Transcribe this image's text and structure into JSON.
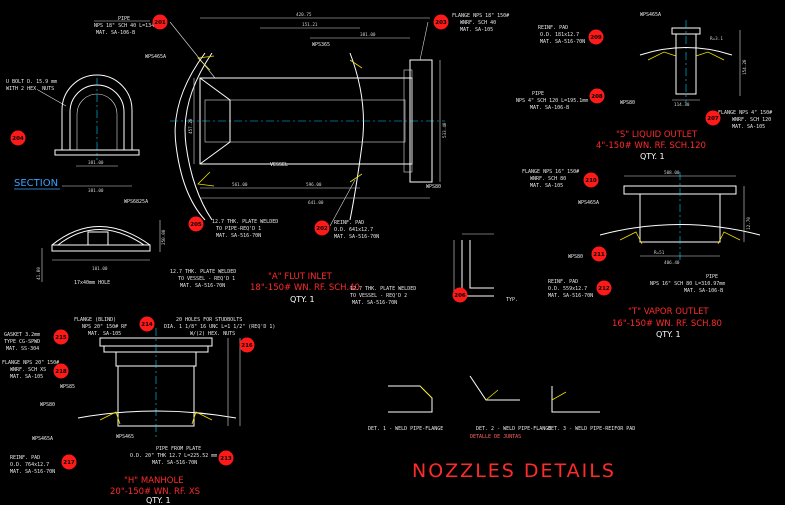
{
  "title": "NOZZLES DETAILS",
  "section_label": "SECTION",
  "balloons": [
    "201",
    "202",
    "203",
    "204",
    "205",
    "206",
    "207",
    "208",
    "209",
    "210",
    "211",
    "212",
    "213",
    "214",
    "215",
    "216",
    "217",
    "218"
  ],
  "view_a": {
    "caption": "\"A\" FLUT INLET",
    "spec": "18\"-150# WN. RF. SCH.40",
    "qty": "QTY. 1",
    "pipe_note": [
      "PIPE",
      "NPS 18\" SCH 40 L=134mm",
      "MAT. SA-106-B"
    ],
    "flange_note": [
      "FLANGE NPS 18\" 150#",
      "WNRF. SCH 40",
      "MAT. SA-105"
    ],
    "plate_note": [
      "12.7 THK. PLATE WELDED",
      "TO PIPE-REQ'D 1",
      "MAT. SA-516-70N"
    ],
    "reinf_note": [
      "REINF. PAD",
      "O.D. 641x12.7",
      "MAT. SA-516-70N"
    ],
    "vessel": "VESSEL",
    "dims": [
      "420.75",
      "151.21",
      "381.00",
      "381.00",
      "200.00",
      "561.00",
      "596.00",
      "641.00",
      "457.20",
      "533.40",
      "12.70"
    ],
    "weld_tags": [
      "WPS365",
      "WPS465A",
      "WPS465A",
      "WPS80"
    ]
  },
  "section": {
    "ubolt_note": [
      "U BOLT D. 15.9 mm",
      "WITH 2 HEX. NUTS"
    ],
    "hole_note": "17x40mm HOLE",
    "plate_note": [
      "12.7 THK. PLATE WELDED",
      "TO VESSEL - REQ'D 1",
      "MAT. SA-516-70N"
    ],
    "weld_tag": "WPS6825A",
    "dims": [
      "381.00",
      "381.00",
      "12.70",
      "250.00",
      "41.00",
      "101.00"
    ]
  },
  "view_s": {
    "caption": "\"S\" LIQUID OUTLET",
    "spec": "4\"-150# WN. RF. SCH.120",
    "qty": "QTY. 1",
    "reinf_note": [
      "REINF. PAD",
      "O.D. 181x12.7",
      "MAT. SA-516-70N"
    ],
    "pipe_note": [
      "PIPE",
      "NPS 4\" SCH 120 L=195.1mm",
      "MAT. SA-106-B"
    ],
    "flange_note": [
      "FLANGE NPS 4\" 150#",
      "WNRF. SCH 120",
      "MAT. SA-105"
    ],
    "weld_tags": [
      "WPS465A",
      "WPS365",
      "WPS80"
    ],
    "dims": [
      "R=3.1",
      "114.30",
      "154.20",
      "12.70"
    ]
  },
  "view_t": {
    "caption": "\"T\" VAPOR OUTLET",
    "spec": "16\"-150# WN. RF. SCH.80",
    "qty": "QTY. 1",
    "flange_note": [
      "FLANGE NPS 16\" 150#",
      "WNRF. SCH 80",
      "MAT. SA-105"
    ],
    "reinf_note": [
      "REINF. PAD",
      "O.D. 559x12.7",
      "MAT. SA-516-70N"
    ],
    "pipe_note": [
      "PIPE",
      "NPS 16\" SCH 80 L=310.97mm",
      "MAT. SA-106-B"
    ],
    "weld_tags": [
      "WPS465A",
      "WPS80"
    ],
    "dims": [
      "406.40",
      "508.00",
      "R=51",
      "12.70",
      "19.05"
    ]
  },
  "view_h": {
    "caption": "\"H\" MANHOLE",
    "spec": "20\"-150# WN. RF. XS",
    "qty": "QTY. 1",
    "blind_note": [
      "FLANGE (BLIND)",
      "NPS 20\" 150# RF",
      "MAT. SA-105"
    ],
    "holes_note": [
      "20 HOLES FOR STUDBOLTS",
      "DIA. 1 1/8\" 16 UNC L=1 1/2\" (REQ'D 1)",
      "W/(2) HEX. NUTS"
    ],
    "gasket_note": [
      "GASKET 3.2mm",
      "TYPE CG-SPWD",
      "MAT. SS-304"
    ],
    "flange_note": [
      "FLANGE NPS 20\" 150#",
      "WNRF. SCH XS",
      "MAT. SA-105"
    ],
    "plate_note": [
      "PIPE FROM PLATE",
      "O.D. 20\" THK 12.7 L=225.52 mm",
      "MAT. SA-516-70N"
    ],
    "reinf_note": [
      "REINF. PAD",
      "O.D. 764x12.7",
      "MAT. SA-516-70N"
    ],
    "weld_tags": [
      "WPS85",
      "WPS80",
      "WPS465A",
      "WPS465"
    ]
  },
  "weld_details": {
    "det1": "DET. 1 - WELD PIPE-FLANGE",
    "det2": "DET. 2 - WELD PIPE-FLANGE",
    "det3": "DET. 3 - WELD PIPE-REIFOR PAD",
    "subtitle": "DETALLE DE JUNTAS",
    "plate_note": [
      "12.7 THK. PLATE WELDED",
      "TO VESSEL - REQ'D 2",
      "MAT. SA-516-70N"
    ],
    "typ": "TYP."
  }
}
